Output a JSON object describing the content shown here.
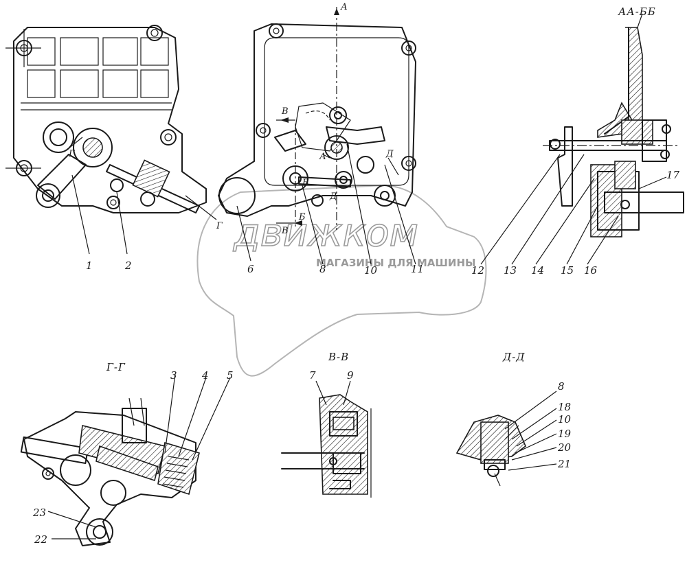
{
  "views": {
    "aa_bb": "АА-ББ",
    "gg": "Г-Г",
    "vv": "В-В",
    "dd": "Д-Д"
  },
  "section_marks": {
    "a_top": "А",
    "b_left": "В",
    "b_bottom": "В",
    "b_b": "Б",
    "g_1": "Г",
    "g_2": "Г",
    "d_1": "Д",
    "d_2": "Д",
    "a_mid": "А",
    "b_mid": "Б"
  },
  "callouts": [
    "1",
    "2",
    "3",
    "4",
    "5",
    "6",
    "7",
    "8",
    "9",
    "10",
    "11",
    "12",
    "13",
    "14",
    "15",
    "16",
    "17",
    "18",
    "10",
    "19",
    "20",
    "21",
    "22",
    "23",
    "8",
    "10",
    "11"
  ],
  "callout_labels": {
    "c1": "1",
    "c2": "2",
    "c6": "6",
    "c8": "8",
    "c10": "10",
    "c11": "11",
    "c12": "12",
    "c13": "13",
    "c14": "14",
    "c15": "15",
    "c16": "16",
    "c17": "17",
    "c3": "3",
    "c4": "4",
    "c5": "5",
    "c7": "7",
    "c9": "9",
    "c18": "18",
    "c10b": "10",
    "c19": "19",
    "c20": "20",
    "c21": "21",
    "c8b": "8",
    "c22": "22",
    "c23": "23"
  },
  "watermark": {
    "brand": "движком",
    "tagline": "МАГАЗИНЫ ДЛЯ МАШИНЫ"
  }
}
